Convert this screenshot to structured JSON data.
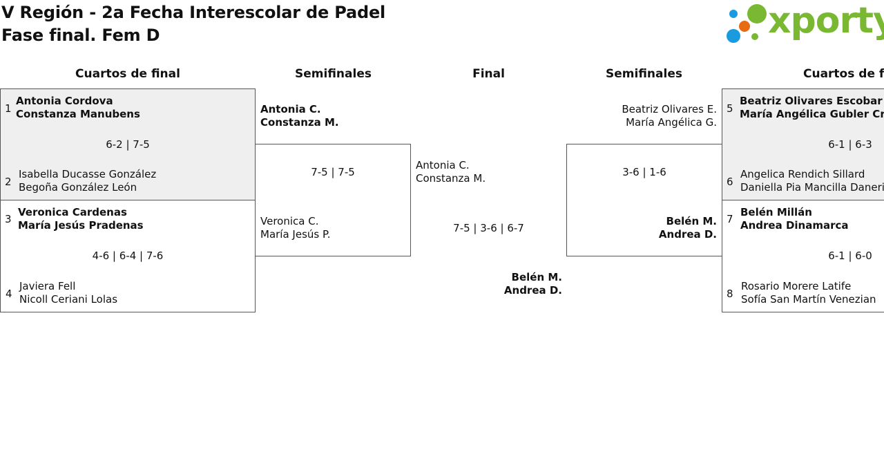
{
  "header": {
    "title_line1": "V Región - 2a Fecha Interescolar de Padel",
    "title_line2": "Fase final. Fem D",
    "logo_text": "xporty"
  },
  "columns": {
    "left_quarters": "Cuartos de final",
    "left_semis": "Semifinales",
    "final": "Final",
    "right_semis": "Semifinales",
    "right_quarters": "Cuartos de final"
  },
  "left_quarters": [
    {
      "seed_a": "1",
      "a1": "Antonia Cordova",
      "a2": "Constanza Manubens",
      "score": "6-2 | 7-5",
      "seed_b": "2",
      "b1": "Isabella Ducasse González",
      "b2": "Begoña González León"
    },
    {
      "seed_a": "3",
      "a1": "Veronica Cardenas",
      "a2": "María Jesús Pradenas",
      "score": "4-6 | 6-4 | 7-6",
      "seed_b": "4",
      "b1": "Javiera Fell",
      "b2": "Nicoll Ceriani Lolas"
    }
  ],
  "right_quarters": [
    {
      "seed_a": "5",
      "a1": "Beatriz Olivares Escobar",
      "a2": "María Angélica Gubler Cruz",
      "score": "6-1 | 6-3",
      "seed_b": "6",
      "b1": "Angelica Rendich Sillard",
      "b2": "Daniella Pia Mancilla Daneri"
    },
    {
      "seed_a": "7",
      "a1": "Belén Millán",
      "a2": "Andrea Dinamarca",
      "score": "6-1 | 6-0",
      "seed_b": "8",
      "b1": "Rosario Morere Latife",
      "b2": "Sofía San Martín Venezian"
    }
  ],
  "left_semi": {
    "a1": "Antonia C.",
    "a2": "Constanza M.",
    "score": "7-5 | 7-5",
    "b1": "Veronica C.",
    "b2": "María Jesús P."
  },
  "right_semi": {
    "a1": "Beatriz Olivares E.",
    "a2": "María Angélica G.",
    "score": "3-6 | 1-6",
    "b1": "Belén M.",
    "b2": "Andrea D."
  },
  "final": {
    "a1": "Antonia C.",
    "a2": "Constanza M.",
    "score": "7-5 | 3-6 | 6-7",
    "b1": "Belén M.",
    "b2": "Andrea D."
  },
  "colors": {
    "logo_green": "#7ab833",
    "logo_blue": "#1a9be0",
    "logo_orange": "#e86a12",
    "shaded_bg": "#efefef"
  }
}
